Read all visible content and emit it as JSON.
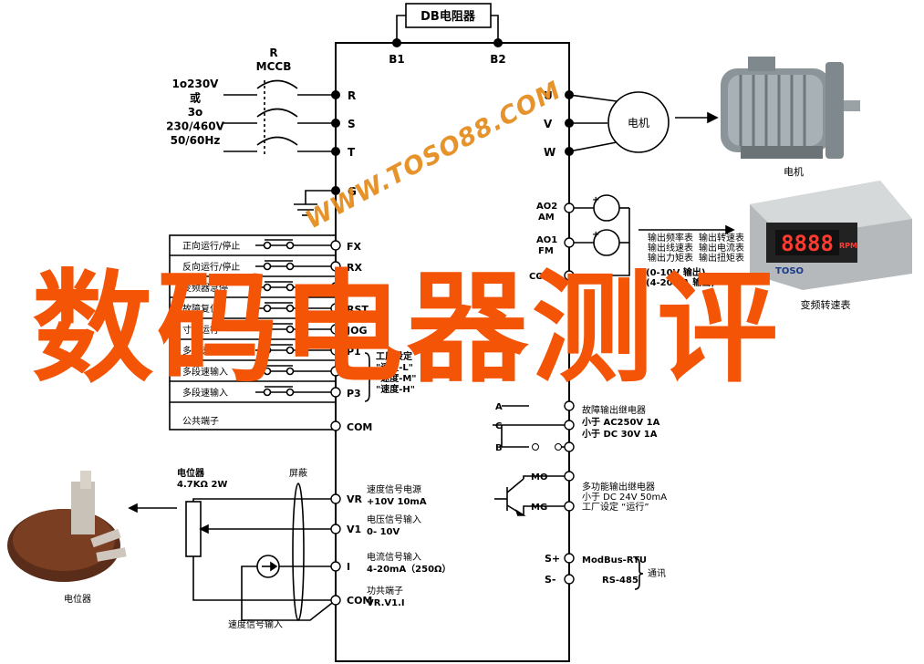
{
  "colors": {
    "accent": "#f35406",
    "watermark_url": "#e58a1a",
    "line": "#000000",
    "device_gray": "#8a9499"
  },
  "watermark": {
    "title": "数码电器测评",
    "url": "WWW.TOSO88.COM"
  },
  "db_resistor": {
    "label": "DB电阻器",
    "b1": "B1",
    "b2": "B2"
  },
  "breaker": {
    "r": "R",
    "mccb": "MCCB"
  },
  "power_input": {
    "lines": [
      "1o230V",
      "或",
      "3o",
      "230/460V",
      "50/60Hz"
    ]
  },
  "power_terminals": [
    "R",
    "S",
    "T",
    "G"
  ],
  "motor_terminals": [
    "U",
    "V",
    "W"
  ],
  "motor": {
    "symbol_label": "电机",
    "photo_caption": "电机"
  },
  "analog_outputs": {
    "ao2": [
      "AO2",
      "AM"
    ],
    "ao1": [
      "AO1",
      "FM"
    ],
    "com": "COM",
    "plus": "+",
    "description": [
      "输出频率表",
      "输出转速表",
      "输出线速表",
      "输出电流表",
      "输出力矩表",
      "输出扭矩表"
    ],
    "ranges": [
      "(0-10V 输出)",
      "(4-20mA 输出)"
    ]
  },
  "meter": {
    "display": "8888",
    "unit": "RPM",
    "brand": "TOSO",
    "caption": "变频转速表"
  },
  "input_terminals": {
    "rows": [
      {
        "label": "正向运行/停止",
        "terminal": "FX"
      },
      {
        "label": "反向运行/停止",
        "terminal": "RX"
      },
      {
        "label": "变频器急停",
        "terminal": "BX"
      },
      {
        "label": "故障复位",
        "terminal": "RST"
      },
      {
        "label": "寸动运行",
        "terminal": "JOG"
      },
      {
        "label": "多段速输入",
        "terminal": "P1"
      },
      {
        "label": "多段速输入",
        "terminal": "P2"
      },
      {
        "label": "多段速输入",
        "terminal": "P3"
      }
    ],
    "common_label": "公共端子",
    "common_terminal": "COM",
    "factory_setting": [
      "工厂设定",
      "\"速度-L\"",
      "\"速度-M\"",
      "\"速度-H\""
    ]
  },
  "fault_relay": {
    "terminals": [
      "A",
      "C",
      "B"
    ],
    "lines": [
      "故障输出继电器",
      "小于 AC250V 1A",
      "小于 DC 30V 1A"
    ]
  },
  "multi_relay": {
    "terminals": [
      "MO",
      "MG"
    ],
    "lines": [
      "多功能输出继电器",
      "小于 DC 24V 50mA",
      "工厂设定 “运行”"
    ]
  },
  "comm": {
    "terminals": [
      "S+",
      "S-"
    ],
    "lines": [
      "ModBus-RTU",
      "RS-485"
    ],
    "label": "通讯"
  },
  "potentiometer": {
    "lines": [
      "电位器",
      "4.7KΩ   2W"
    ],
    "shield": "屏蔽",
    "photo_caption": "电位器",
    "speed_signal_input": "速度信号输入"
  },
  "analog_inputs": [
    {
      "terminal": "VR",
      "lines": [
        "速度信号电源",
        "+10V 10mA"
      ]
    },
    {
      "terminal": "V1",
      "lines": [
        "电压信号输入",
        "0- 10V"
      ]
    },
    {
      "terminal": "I",
      "lines": [
        "电流信号输入",
        "4-20mA（250Ω）"
      ]
    },
    {
      "terminal": "COM",
      "lines": [
        "功共端子",
        "VR.V1.I"
      ]
    }
  ]
}
